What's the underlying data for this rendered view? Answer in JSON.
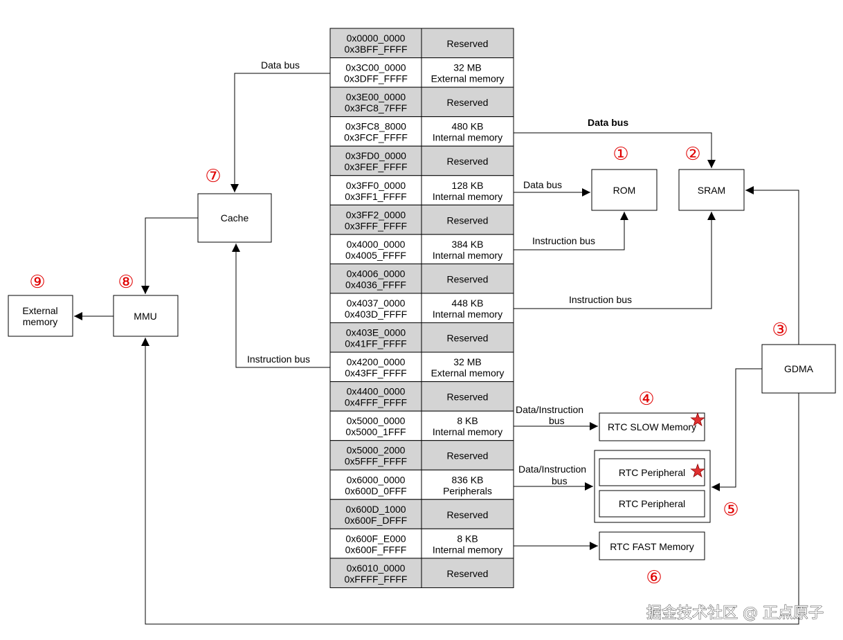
{
  "memory_map": [
    {
      "start": "0x0000_0000",
      "end": "0x3BFF_FFFF",
      "desc": [
        "Reserved"
      ],
      "reserved": true
    },
    {
      "start": "0x3C00_0000",
      "end": "0x3DFF_FFFF",
      "desc": [
        "32 MB",
        "External memory"
      ],
      "reserved": false
    },
    {
      "start": "0x3E00_0000",
      "end": "0x3FC8_7FFF",
      "desc": [
        "Reserved"
      ],
      "reserved": true
    },
    {
      "start": "0x3FC8_8000",
      "end": "0x3FCF_FFFF",
      "desc": [
        "480 KB",
        "Internal memory"
      ],
      "reserved": false
    },
    {
      "start": "0x3FD0_0000",
      "end": "0x3FEF_FFFF",
      "desc": [
        "Reserved"
      ],
      "reserved": true
    },
    {
      "start": "0x3FF0_0000",
      "end": "0x3FF1_FFFF",
      "desc": [
        "128 KB",
        "Internal memory"
      ],
      "reserved": false
    },
    {
      "start": "0x3FF2_0000",
      "end": "0x3FFF_FFFF",
      "desc": [
        "Reserved"
      ],
      "reserved": true
    },
    {
      "start": "0x4000_0000",
      "end": "0x4005_FFFF",
      "desc": [
        "384 KB",
        "Internal memory"
      ],
      "reserved": false
    },
    {
      "start": "0x4006_0000",
      "end": "0x4036_FFFF",
      "desc": [
        "Reserved"
      ],
      "reserved": true
    },
    {
      "start": "0x4037_0000",
      "end": "0x403D_FFFF",
      "desc": [
        "448 KB",
        "Internal memory"
      ],
      "reserved": false
    },
    {
      "start": "0x403E_0000",
      "end": "0x41FF_FFFF",
      "desc": [
        "Reserved"
      ],
      "reserved": true
    },
    {
      "start": "0x4200_0000",
      "end": "0x43FF_FFFF",
      "desc": [
        "32 MB",
        "External memory"
      ],
      "reserved": false
    },
    {
      "start": "0x4400_0000",
      "end": "0x4FFF_FFFF",
      "desc": [
        "Reserved"
      ],
      "reserved": true
    },
    {
      "start": "0x5000_0000",
      "end": "0x5000_1FFF",
      "desc": [
        "8 KB",
        "Internal memory"
      ],
      "reserved": false
    },
    {
      "start": "0x5000_2000",
      "end": "0x5FFF_FFFF",
      "desc": [
        "Reserved"
      ],
      "reserved": true
    },
    {
      "start": "0x6000_0000",
      "end": "0x600D_0FFF",
      "desc": [
        "836 KB",
        "Peripherals"
      ],
      "reserved": false
    },
    {
      "start": "0x600D_1000",
      "end": "0x600F_DFFF",
      "desc": [
        "Reserved"
      ],
      "reserved": true
    },
    {
      "start": "0x600F_E000",
      "end": "0x600F_FFFF",
      "desc": [
        "8 KB",
        "Internal memory"
      ],
      "reserved": false
    },
    {
      "start": "0x6010_0000",
      "end": "0xFFFF_FFFF",
      "desc": [
        "Reserved"
      ],
      "reserved": true
    }
  ],
  "blocks": {
    "rom": "ROM",
    "sram": "SRAM",
    "cache": "Cache",
    "mmu": "MMU",
    "external_memory": [
      "External",
      "memory"
    ],
    "gdma": "GDMA",
    "rtc_slow": "RTC SLOW Memory",
    "rtc_periph_1": "RTC Peripheral",
    "rtc_periph_2": "RTC Peripheral",
    "rtc_fast": "RTC FAST Memory"
  },
  "bus_labels": {
    "data_bus_cache": "Data bus",
    "data_bus_sram": "Data bus",
    "data_bus_rom": "Data bus",
    "instr_bus_rom": "Instruction bus",
    "instr_bus_sram": "Instruction bus",
    "instr_bus_cache": "Instruction bus",
    "di_bus_slow": [
      "Data/Instruction",
      "bus"
    ],
    "di_bus_periph": [
      "Data/Instruction",
      "bus"
    ]
  },
  "markers": {
    "m1": "①",
    "m2": "②",
    "m3": "③",
    "m4": "④",
    "m5": "⑤",
    "m6": "⑥",
    "m7": "⑦",
    "m8": "⑧",
    "m9": "⑨"
  },
  "colors": {
    "reserved_fill": "#d4d4d4",
    "marker": "#e00000",
    "star": "#e03030"
  },
  "watermark": "掘金技术社区 @ 正点原子"
}
